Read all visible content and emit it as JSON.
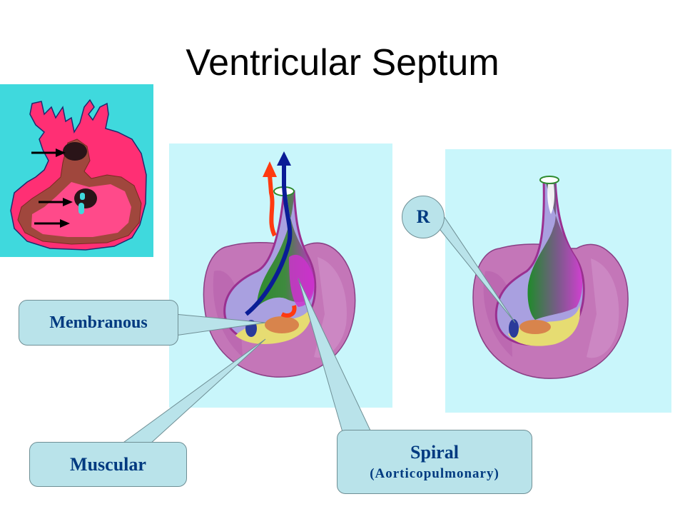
{
  "slide": {
    "title": "Ventricular Septum"
  },
  "labels": {
    "membranous": "Membranous",
    "muscular": "Muscular",
    "spiral": "Spiral",
    "spiral_sub": "(Aorticopulmonary)",
    "r": "R"
  },
  "colors": {
    "panel_bg": "#c9f6fb",
    "inset_bg": "#3fd9dd",
    "heart_pink": "#ff2f74",
    "ventricle_wall": "#a0473d",
    "outer_ventricle": "#c476b8",
    "septum_green": "#2e8b2e",
    "septum_magenta": "#c030c8",
    "blue_arrow": "#0a1c96",
    "red_arrow": "#ff3a10",
    "callout_bg": "#b9e3ea",
    "callout_text": "#003a80"
  }
}
